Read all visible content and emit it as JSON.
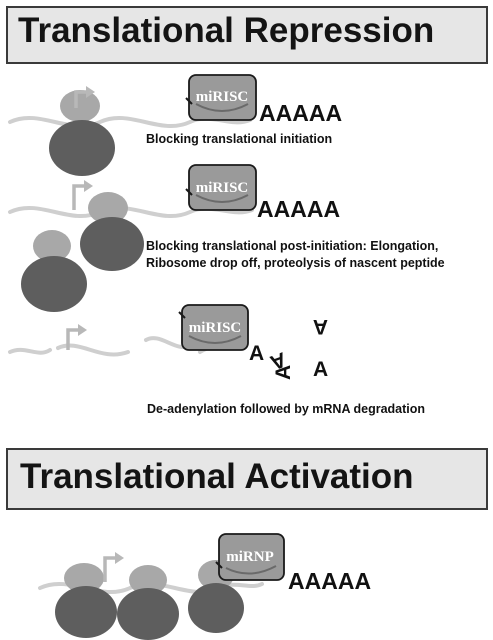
{
  "colors": {
    "box_fill": "#e6e6e6",
    "box_border": "#3a3a3a",
    "ribosome_small": "#a8a8a8",
    "ribosome_large": "#5e5e5e",
    "mrna": "#cfcfcf",
    "complex_fill": "#9a9a9a"
  },
  "repression": {
    "title": "Translational Repression",
    "mechanisms": [
      {
        "complex": "miRISC",
        "tail": "AAAAA",
        "caption": "Blocking translational initiation"
      },
      {
        "complex": "miRISC",
        "tail": "AAAAA",
        "caption_line1": "Blocking translational post-initiation: Elongation,",
        "caption_line2": "Ribosome drop off, proteolysis of nascent peptide"
      },
      {
        "complex": "miRISC",
        "scattered_a": [
          "A",
          "A",
          "A",
          "A",
          "A"
        ],
        "caption": "De-adenylation followed by mRNA degradation"
      }
    ]
  },
  "activation": {
    "title": "Translational Activation",
    "mechanism": {
      "complex": "miRNP",
      "tail": "AAAAA"
    }
  }
}
